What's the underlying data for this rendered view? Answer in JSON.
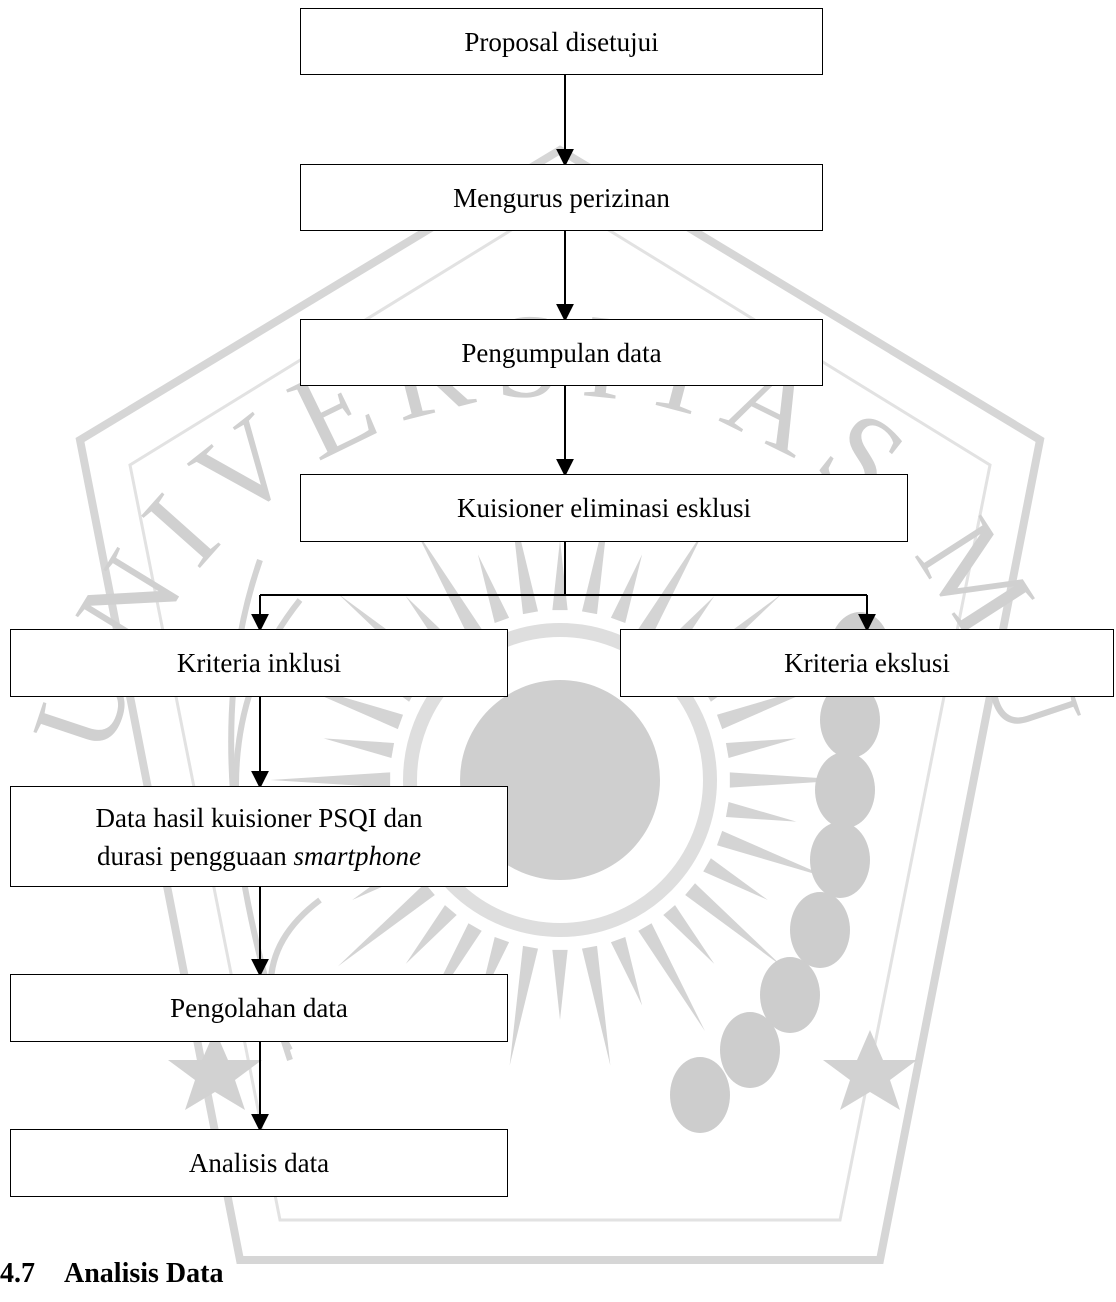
{
  "watermark": {
    "arc_text": "UNIVERSITAS MUHAMMADIYAH MALANG",
    "color": "#d9d9d9"
  },
  "flowchart": {
    "nodes": {
      "proposal": "Proposal disetujui",
      "perizinan": "Mengurus perizinan",
      "pengumpulan": "Pengumpulan data",
      "kuisioner": "Kuisioner eliminasi esklusi",
      "inklusi": "Kriteria inklusi",
      "ekslusi": "Kriteria ekslusi",
      "hasil_line1": "Data hasil kuisioner PSQI dan",
      "hasil_line2_prefix": "durasi pengguaan ",
      "hasil_line2_italic": "smartphone",
      "pengolahan": "Pengolahan data",
      "analisis": "Analisis data"
    }
  },
  "section": {
    "number": "4.7",
    "title": "Analisis Data"
  }
}
